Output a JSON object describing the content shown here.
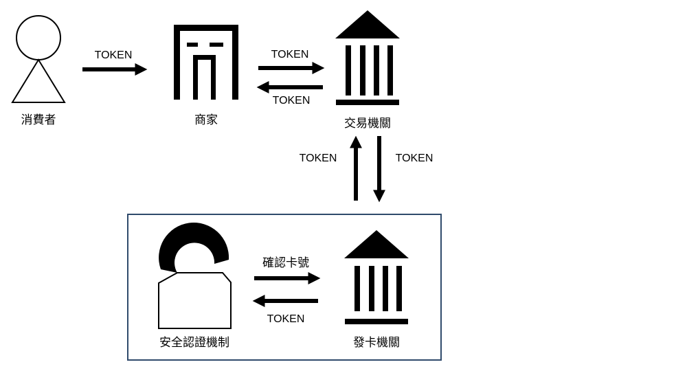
{
  "colors": {
    "ink": "#000000",
    "paper": "#ffffff",
    "frame": "#2f4a6b"
  },
  "nodes": {
    "consumer": {
      "label": "消費者",
      "icon": "person-icon"
    },
    "merchant": {
      "label": "商家",
      "icon": "shop-icon"
    },
    "acquirer": {
      "label": "交易機關",
      "icon": "bank-icon"
    },
    "issuer": {
      "label": "發卡機關",
      "icon": "bank-icon"
    },
    "security": {
      "label": "安全認證機制",
      "icon": "lock-icon"
    }
  },
  "arrows": {
    "consumer_to_merchant": "TOKEN",
    "merchant_to_acquirer": "TOKEN",
    "acquirer_to_merchant": "TOKEN",
    "issuer_to_acquirer": "TOKEN",
    "acquirer_to_issuer": "TOKEN",
    "security_to_issuer": "確認卡號",
    "issuer_to_security": "TOKEN"
  }
}
